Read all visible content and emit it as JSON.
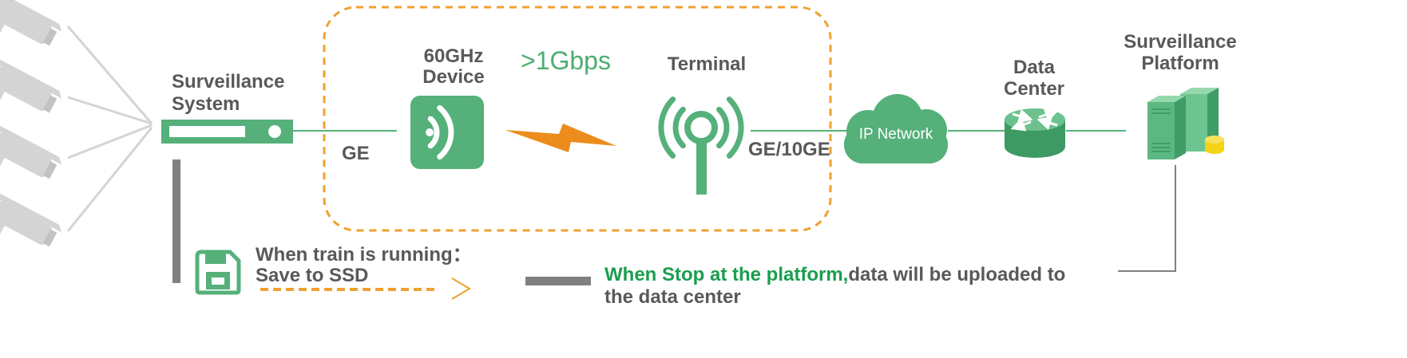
{
  "diagram": {
    "surveillance_system": {
      "line1": "Surveillance",
      "line2": "System"
    },
    "device": {
      "line1": "60GHz",
      "line2": "Device"
    },
    "throughput": ">1Gbps",
    "terminal": "Terminal",
    "ip_network": "IP Network",
    "data_center": {
      "line1": "Data",
      "line2": "Center"
    },
    "surveillance_platform": {
      "line1": "Surveillance",
      "line2": "Platform"
    },
    "link_left": "GE",
    "link_right": "GE/10GE"
  },
  "notes": {
    "running": {
      "line1": "When train is running：",
      "line2": "Save to SSD"
    },
    "stopped": {
      "highlight": "When Stop at the platform,",
      "rest": "data will be uploaded to",
      "line2": "the data center"
    }
  },
  "icons": {
    "camera": "cctv-camera-icon",
    "recorder": "video-recorder-icon",
    "wireless_device": "wireless-signal-icon",
    "link": "lightning-bolt-icon",
    "terminal": "antenna-icon",
    "network": "cloud-icon",
    "data_center": "router-icon",
    "platform": "server-icon",
    "storage": "save-icon"
  },
  "colors": {
    "accent_green": "#55b07a",
    "highlight_green": "#1a9e4f",
    "throughput_green": "#4cae70",
    "dashed_orange": "#f0a030",
    "lightning_orange": "#ec8c1c",
    "text_gray": "#595959",
    "camera_gray": "#d4d4d4",
    "link_gray": "#808080",
    "disk_yellow": "#f5d317"
  }
}
